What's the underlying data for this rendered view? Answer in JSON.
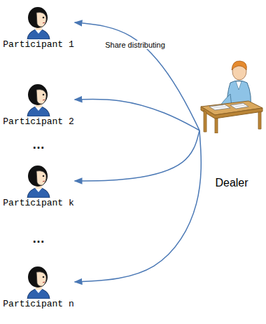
{
  "diagram": {
    "nodes": [
      {
        "text": [
          "Participant 1"
        ]
      },
      {
        "text": [
          "Participant 2"
        ]
      },
      {
        "text": [
          "Participant k"
        ]
      },
      {
        "text": [
          "Participant n"
        ]
      },
      {
        "text": [
          "Dealer"
        ]
      }
    ],
    "edges": [
      {
        "from": 4,
        "to": 0,
        "arrow": "to",
        "label": "Share distributing"
      },
      {
        "from": 4,
        "to": 1,
        "arrow": "to"
      },
      {
        "from": 4,
        "to": 2,
        "arrow": "to"
      },
      {
        "from": 4,
        "to": 3,
        "arrow": "to"
      }
    ],
    "labels": [
      "…",
      "…"
    ]
  }
}
